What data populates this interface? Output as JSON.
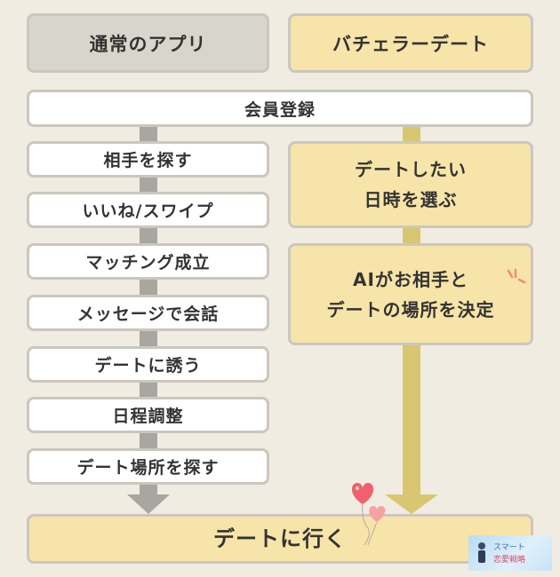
{
  "headers": {
    "normal": "通常のアプリ",
    "bachelor": "バチェラーデート"
  },
  "shared": {
    "register": "会員登録",
    "goal": "デートに行く"
  },
  "normal_steps": [
    "相手を探す",
    "いいね/スワイプ",
    "マッチング成立",
    "メッセージで会話",
    "デートに誘う",
    "日程調整",
    "デート場所を探す"
  ],
  "bachelor_steps": [
    [
      "デートしたい",
      "日時を選ぶ"
    ],
    [
      "AIがお相手と",
      "デートの場所を決定"
    ]
  ],
  "watermark": {
    "line1": "スマート",
    "line2": "恋愛戦略"
  },
  "colors": {
    "background": "#f1ece1",
    "gray_arrow": "#a8a6a0",
    "gold_arrow": "#d9c670",
    "yellow_box": "#f7e4a8",
    "gray_header": "#d8d5cc",
    "box_border": "#cbc7bf",
    "heart": "#f0808a"
  }
}
